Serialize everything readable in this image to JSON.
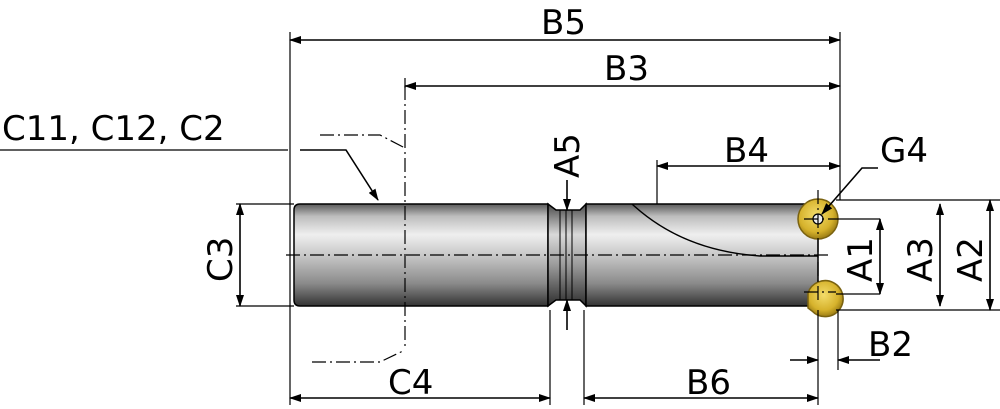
{
  "diagram": {
    "labels": {
      "b5": "B5",
      "b3": "B3",
      "b4": "B4",
      "b6": "B6",
      "b2": "B2",
      "a5": "A5",
      "a1": "A1",
      "a2": "A2",
      "a3": "A3",
      "c3": "C3",
      "c4": "C4",
      "c_group": "C11, C12, C2",
      "g4": "G4"
    },
    "colors": {
      "insert": "#d9b833",
      "insert_edge": "#8a6f10",
      "body_light": "#e8e8e8",
      "body_mid": "#9a9a9a",
      "body_dark": "#3d3d3d"
    }
  }
}
